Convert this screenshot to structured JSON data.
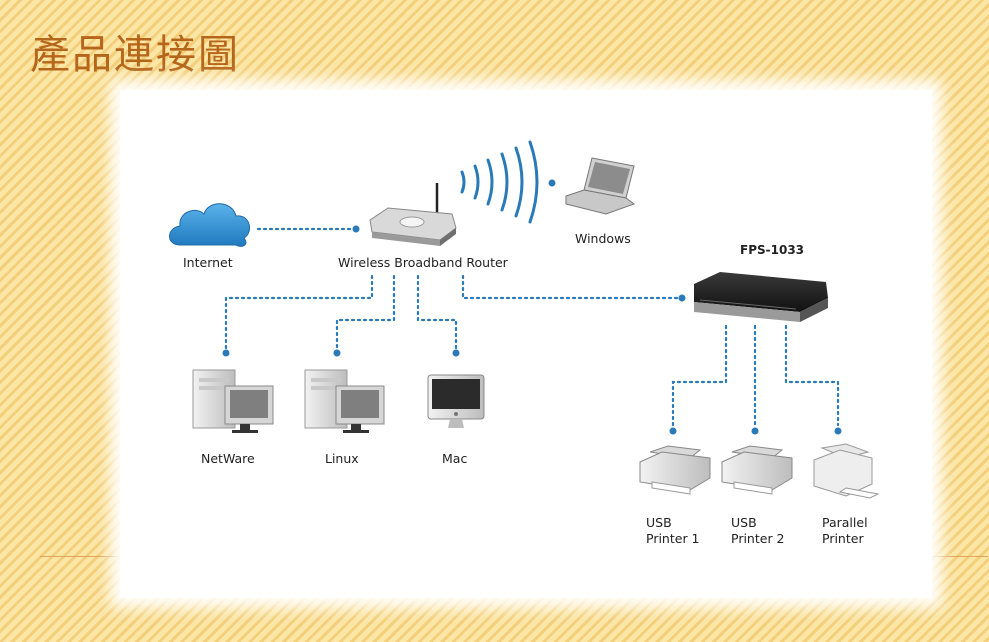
{
  "slide": {
    "title": "產品連接圖"
  },
  "diagram": {
    "internet": "Internet",
    "router": "Wireless Broadband Router",
    "windows": "Windows",
    "server": "FPS-1033",
    "netware": "NetWare",
    "linux": "Linux",
    "mac": "Mac",
    "usb_printer_1": {
      "line1": "USB",
      "line2": "Printer 1"
    },
    "usb_printer_2": {
      "line1": "USB",
      "line2": "Printer 2"
    },
    "parallel_printer": {
      "line1": "Parallel",
      "line2": "Printer"
    }
  },
  "colors": {
    "title": "#b5661b",
    "link": "#2a7ab8",
    "cloud": "#2f8fd0",
    "waves": "#2a7ab8"
  }
}
